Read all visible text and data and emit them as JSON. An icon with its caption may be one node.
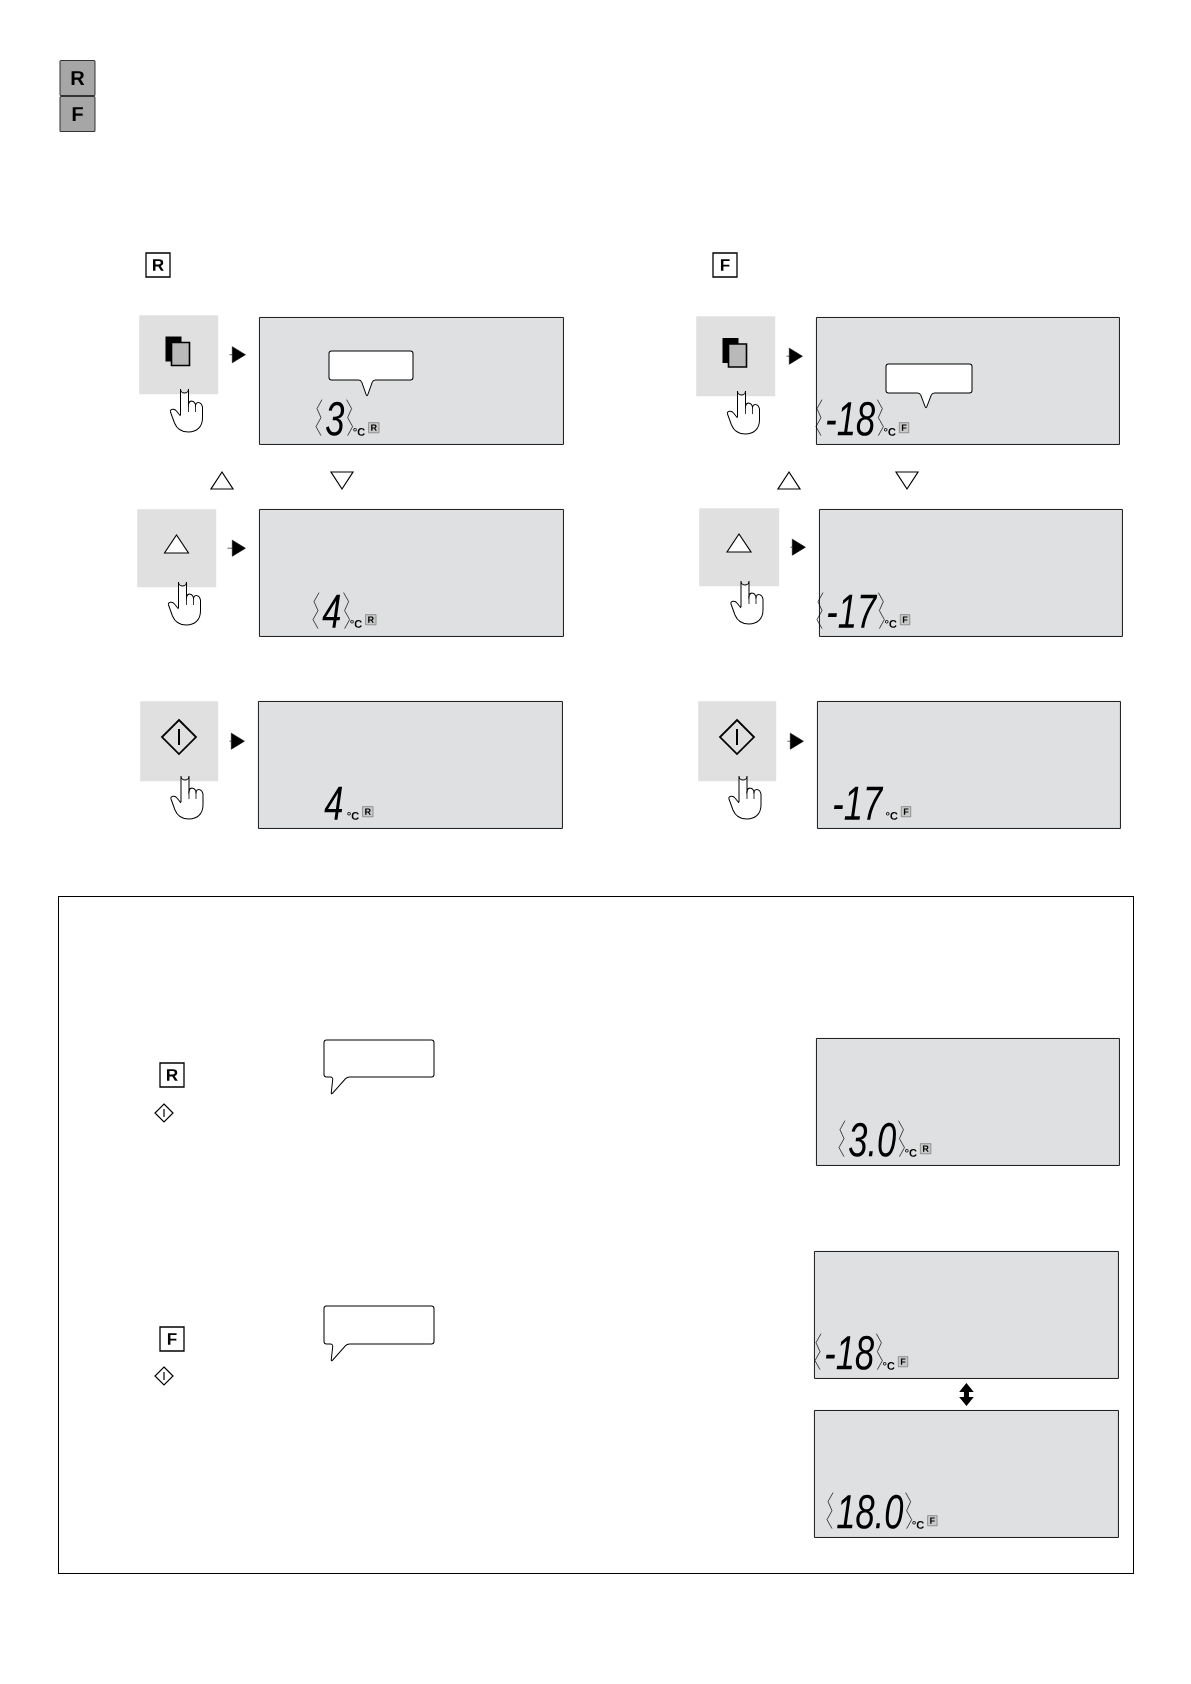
{
  "diagram": {
    "nodes": [
      {
        "text": [],
        "shape": "box"
      },
      {
        "text": [
          "3",
          "°C",
          "R"
        ]
      },
      {
        "text": [],
        "shape": "box"
      },
      {
        "text": [
          "4",
          "°C",
          "R"
        ]
      },
      {
        "text": [],
        "shape": "box"
      },
      {
        "text": [
          "4",
          "°C",
          "R"
        ]
      },
      {
        "text": [],
        "shape": "box"
      },
      {
        "text": [
          "-18",
          "°C",
          "F"
        ]
      },
      {
        "text": [],
        "shape": "box"
      },
      {
        "text": [
          "-17",
          "°C",
          "F"
        ]
      },
      {
        "text": [],
        "shape": "box"
      },
      {
        "text": [
          "-17",
          "°C",
          "F"
        ]
      },
      {
        "text": [],
        "shape": "box"
      },
      {
        "text": [
          "3.0",
          "°C",
          "R"
        ],
        "in": 12
      },
      {
        "text": [
          "-18",
          "°C",
          "F"
        ],
        "in": 12
      },
      {
        "text": [
          "18.0",
          "°C",
          "F"
        ],
        "in": 12
      },
      {
        "text": [],
        "shape": "bubble",
        "in": 1
      },
      {
        "text": [],
        "shape": "bubble",
        "in": 7
      },
      {
        "text": [],
        "shape": "bubble",
        "in": 12
      },
      {
        "text": [],
        "shape": "bubble",
        "in": 12
      }
    ],
    "edges": [
      {
        "from": 0,
        "to": 1,
        "arrow": "to"
      },
      {
        "from": 2,
        "to": 3,
        "arrow": "to"
      },
      {
        "from": 4,
        "to": 5,
        "arrow": "to"
      },
      {
        "from": 6,
        "to": 7,
        "arrow": "to"
      },
      {
        "from": 8,
        "to": 9,
        "arrow": "to"
      },
      {
        "from": 10,
        "to": 11,
        "arrow": "to"
      },
      {
        "from": 14,
        "to": 15,
        "arrow": "both",
        "style": "thick"
      }
    ],
    "labels": [
      "R",
      "F",
      "R",
      "F",
      "R",
      "F"
    ]
  }
}
